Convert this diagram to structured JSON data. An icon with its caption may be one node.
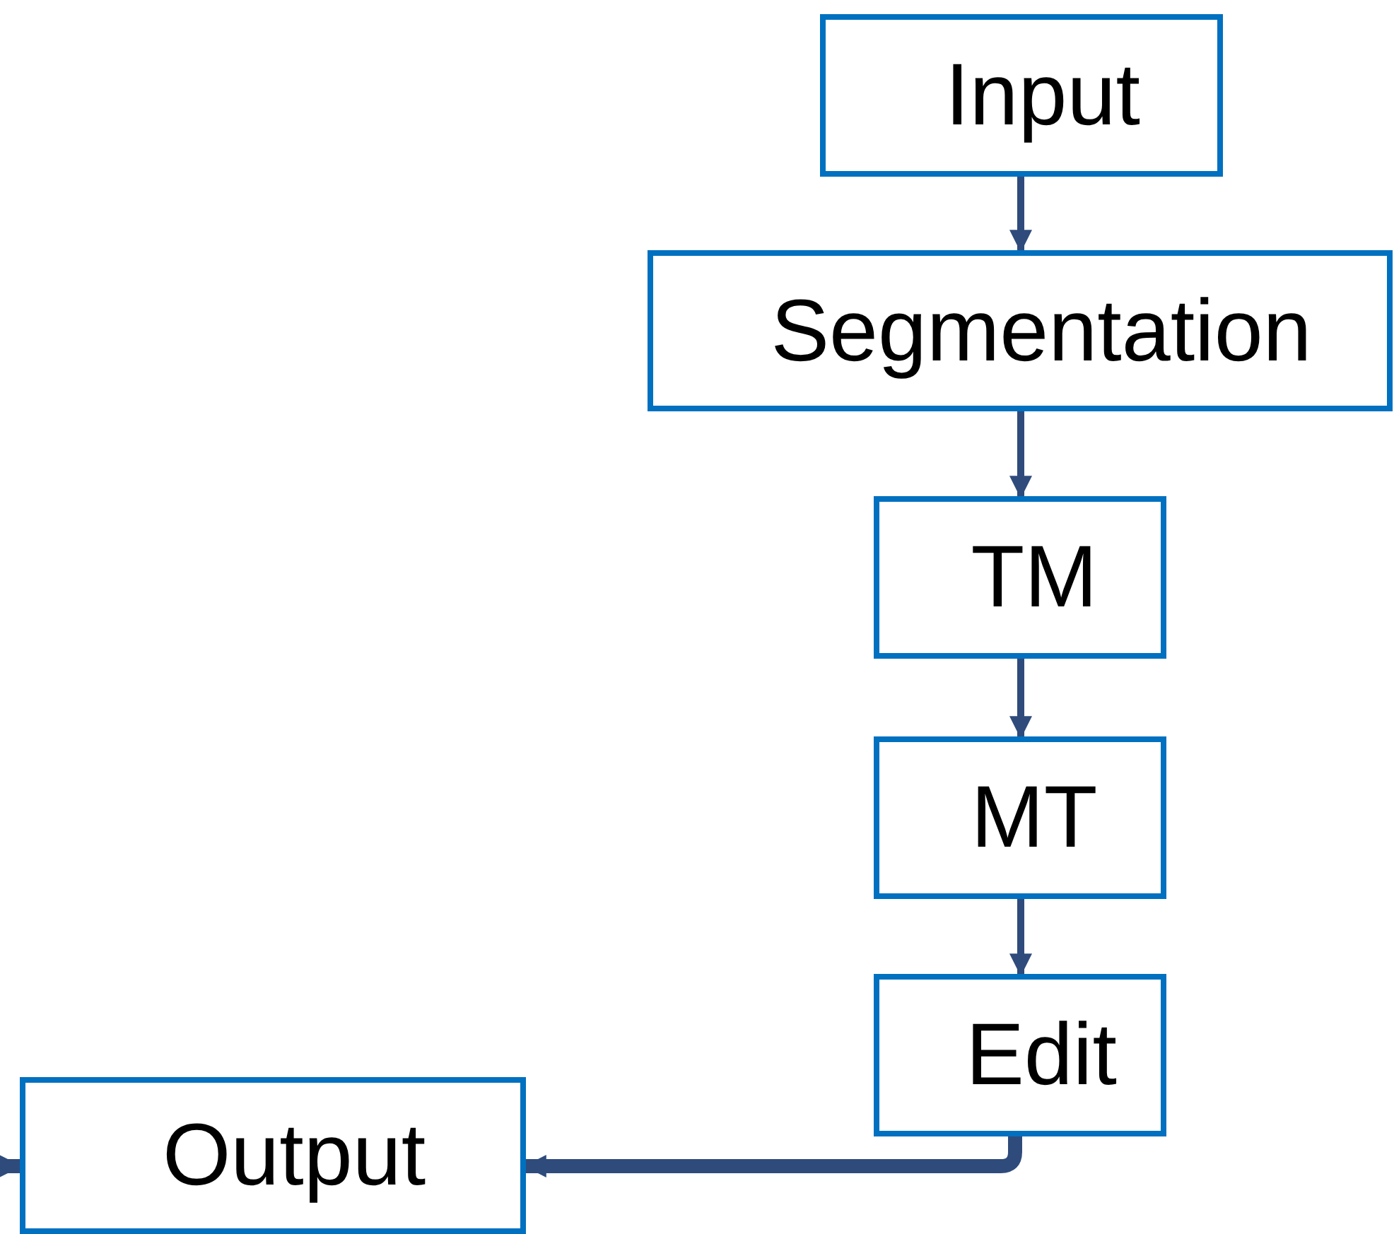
{
  "diagram": {
    "nodes": [
      {
        "text": [
          "Input"
        ]
      },
      {
        "text": [
          "Segmentation"
        ]
      },
      {
        "text": [
          "TM"
        ]
      },
      {
        "text": [
          "MT"
        ]
      },
      {
        "text": [
          "Edit"
        ]
      },
      {
        "text": [
          "Output"
        ]
      }
    ],
    "edges": [
      {
        "from": 0,
        "to": 1,
        "arrow": "to"
      },
      {
        "from": 1,
        "to": 2,
        "arrow": "to"
      },
      {
        "from": 2,
        "to": 3,
        "arrow": "to"
      },
      {
        "from": 3,
        "to": 4,
        "arrow": "to"
      },
      {
        "from": 4,
        "to": 5,
        "arrow": "to",
        "style": "thick"
      },
      {
        "from": null,
        "to": 5,
        "arrow": "to",
        "style": "thick"
      }
    ]
  }
}
